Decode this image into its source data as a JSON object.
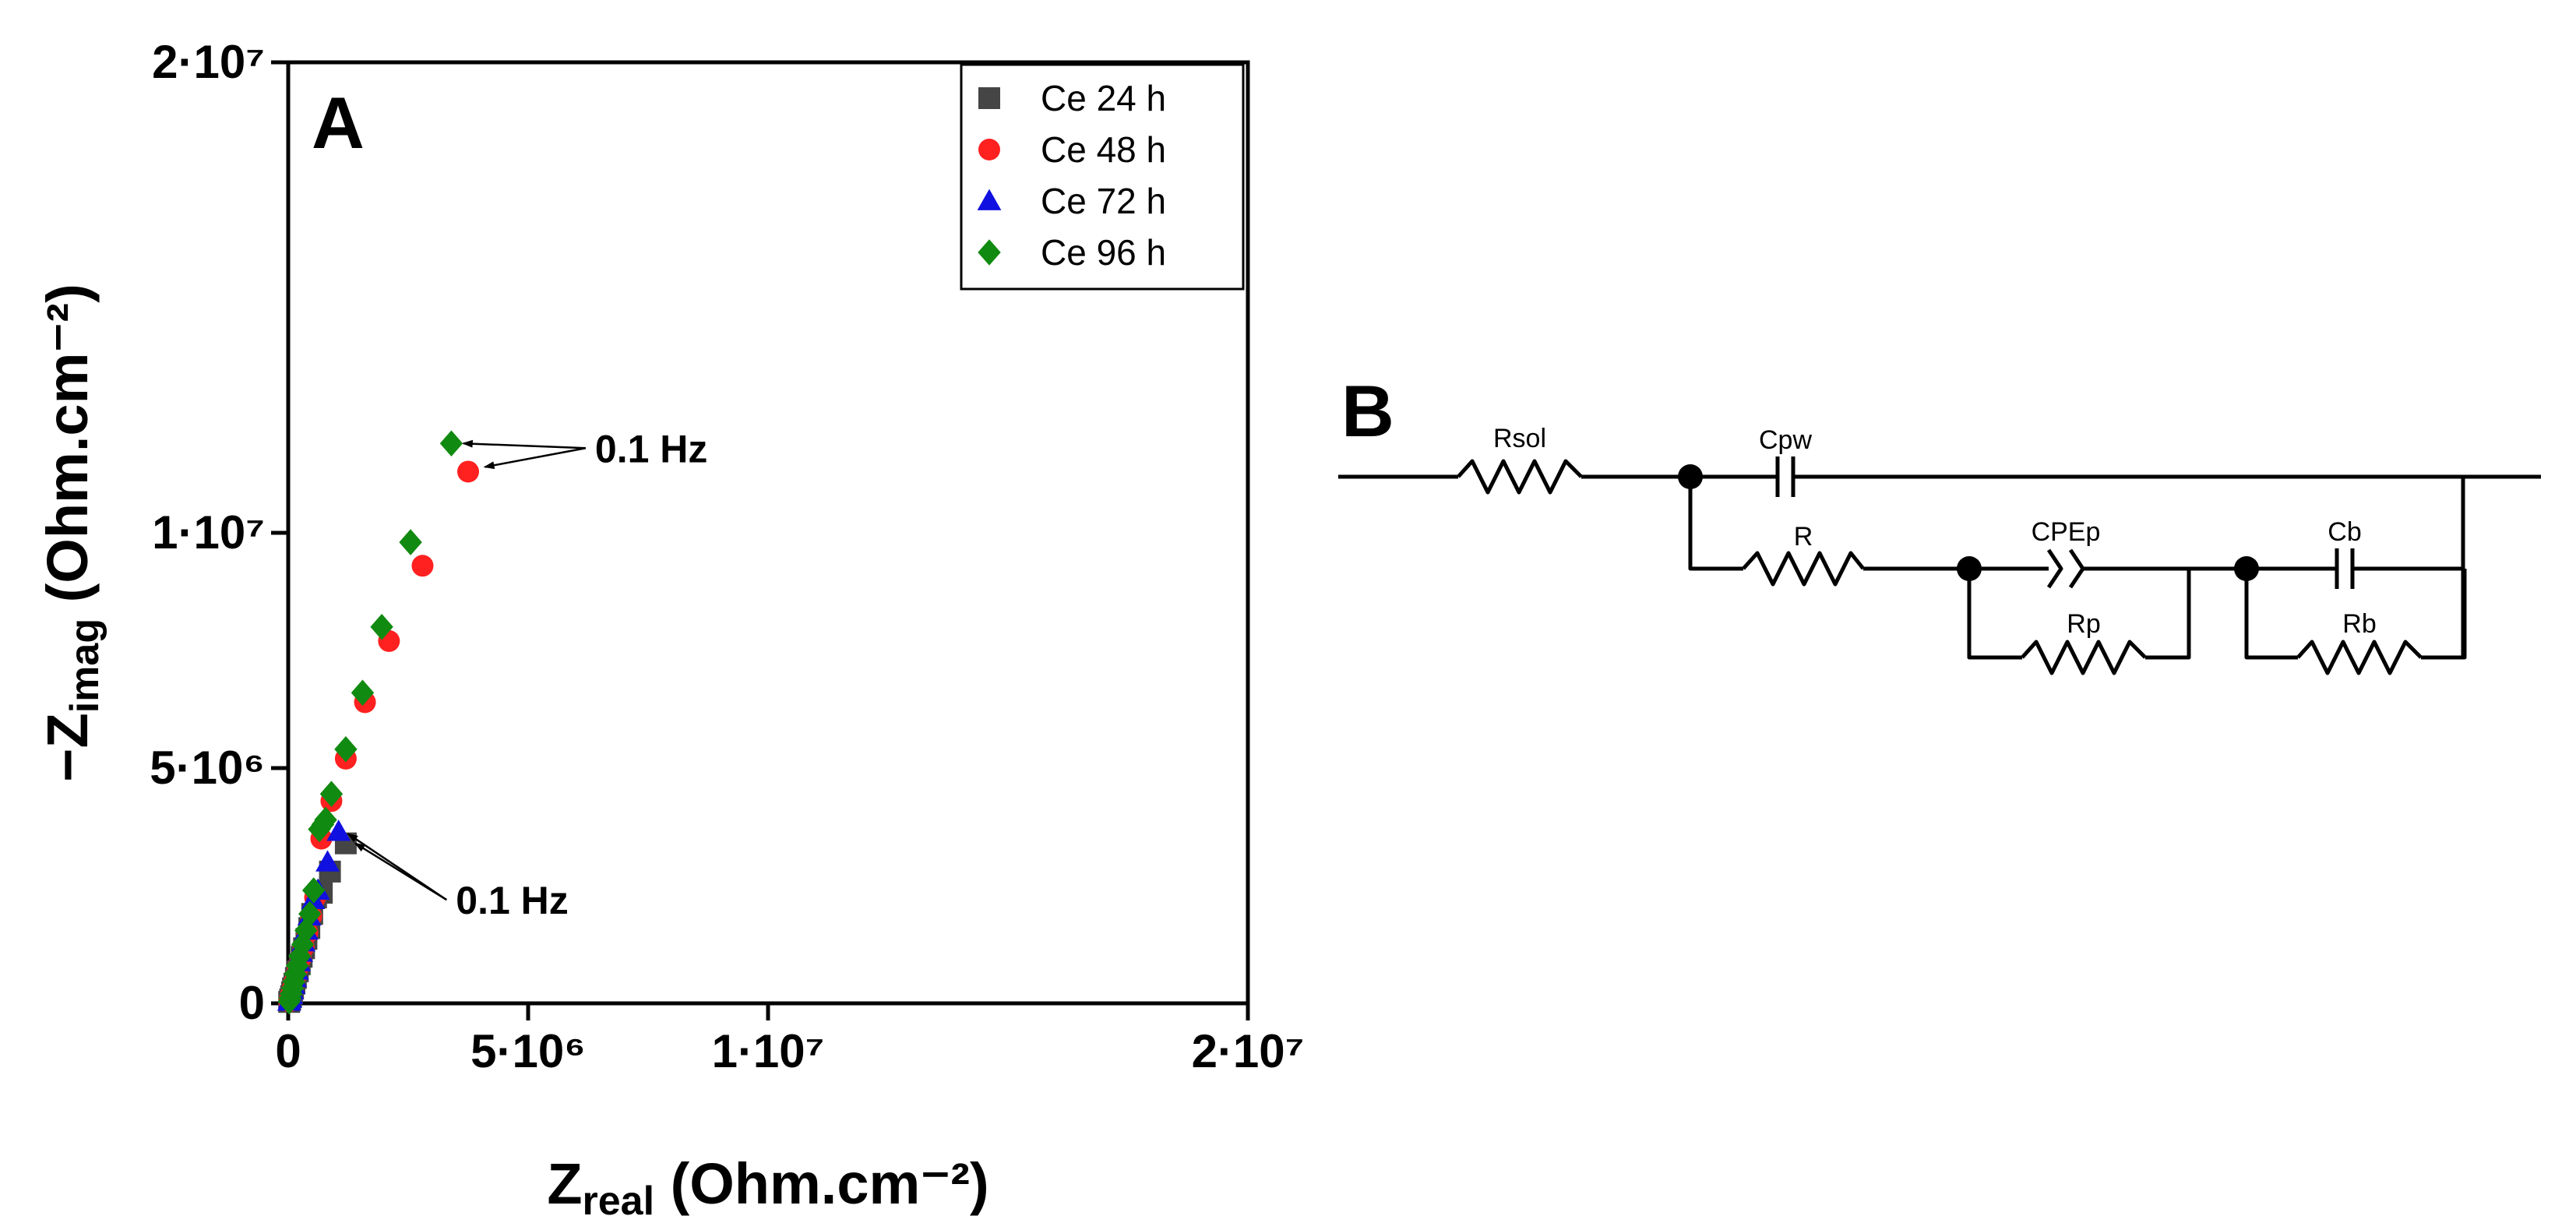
{
  "chart_data": [
    {
      "type": "scatter",
      "panel_label": "A",
      "title": "",
      "xlabel": {
        "main": "Z",
        "sub": "real",
        "unit": "(Ohm.cm⁻²)"
      },
      "ylabel": {
        "prefix": "−",
        "main": "Z",
        "sub": "imag",
        "unit": "(Ohm.cm⁻²)"
      },
      "xlim": [
        0,
        20000000
      ],
      "ylim": [
        0,
        20000000
      ],
      "xticks": [
        {
          "value": 0,
          "label": "0"
        },
        {
          "value": 5000000,
          "label": "5·10⁶"
        },
        {
          "value": 10000000,
          "label": "1·10⁷"
        },
        {
          "value": 20000000,
          "label": "2·10⁷"
        }
      ],
      "yticks": [
        {
          "value": 0,
          "label": "0"
        },
        {
          "value": 5000000,
          "label": "5·10⁶"
        },
        {
          "value": 10000000,
          "label": "1·10⁷"
        },
        {
          "value": 20000000,
          "label": "2·10⁷"
        }
      ],
      "grid": false,
      "legend_position": "top-right",
      "series": [
        {
          "name": "Ce 24 h",
          "marker": "square",
          "color": "#454545",
          "x": [
            20000,
            40000,
            60000,
            80000,
            100000,
            130000,
            160000,
            200000,
            240000,
            280000,
            330000,
            380000,
            440000,
            500000,
            580000,
            700000,
            870000,
            1200000
          ],
          "y": [
            30000,
            80000,
            150000,
            230000,
            320000,
            420000,
            540000,
            680000,
            830000,
            990000,
            1170000,
            1370000,
            1600000,
            1900000,
            2250000,
            2350000,
            2800000,
            3400000
          ]
        },
        {
          "name": "Ce 48 h",
          "marker": "circle",
          "color": "#ff2020",
          "x": [
            20000,
            40000,
            60000,
            90000,
            120000,
            160000,
            200000,
            260000,
            320000,
            400000,
            480000,
            560000,
            690000,
            900000,
            1200000,
            1600000,
            2100000,
            2800000,
            3750000
          ],
          "y": [
            40000,
            100000,
            190000,
            300000,
            430000,
            580000,
            760000,
            960000,
            1200000,
            1500000,
            1850000,
            2250000,
            3500000,
            4300000,
            5200000,
            6400000,
            7700000,
            9300000,
            11300000
          ]
        },
        {
          "name": "Ce 72 h",
          "marker": "triangle",
          "color": "#1010e0",
          "x": [
            20000,
            40000,
            60000,
            80000,
            110000,
            140000,
            180000,
            220000,
            270000,
            320000,
            380000,
            440000,
            520000,
            620000,
            820000,
            1050000
          ],
          "y": [
            40000,
            100000,
            180000,
            280000,
            400000,
            540000,
            700000,
            880000,
            1080000,
            1300000,
            1550000,
            1850000,
            2200000,
            2400000,
            3000000,
            3650000
          ]
        },
        {
          "name": "Ce 96 h",
          "marker": "diamond",
          "color": "#108a10",
          "x": [
            20000,
            40000,
            60000,
            90000,
            120000,
            150000,
            190000,
            240000,
            300000,
            370000,
            450000,
            530000,
            650000,
            720000,
            780000,
            900000,
            1200000,
            1550000,
            1950000,
            2550000,
            3400000
          ],
          "y": [
            40000,
            110000,
            200000,
            320000,
            460000,
            620000,
            800000,
            1000000,
            1250000,
            1550000,
            1900000,
            2400000,
            3700000,
            3800000,
            3900000,
            4450000,
            5400000,
            6600000,
            8000000,
            9800000,
            11900000
          ]
        }
      ],
      "annotations": [
        {
          "text": "0.1 Hz",
          "anchor": [
            6200000,
            11800000
          ],
          "targets": [
            [
              3650000,
              11900000
            ],
            [
              4100000,
              11400000
            ]
          ]
        },
        {
          "text": "0.1 Hz",
          "anchor": [
            3300000,
            2200000
          ],
          "targets": [
            [
              1250000,
              3600000
            ],
            [
              1400000,
              3400000
            ]
          ]
        }
      ]
    }
  ],
  "circuit": {
    "panel_label": "B",
    "components": {
      "rsol": "Rsol",
      "cpw": "Cpw",
      "r": "R",
      "cpep": "CPEp",
      "rp": "Rp",
      "cb": "Cb",
      "rb": "Rb"
    }
  }
}
